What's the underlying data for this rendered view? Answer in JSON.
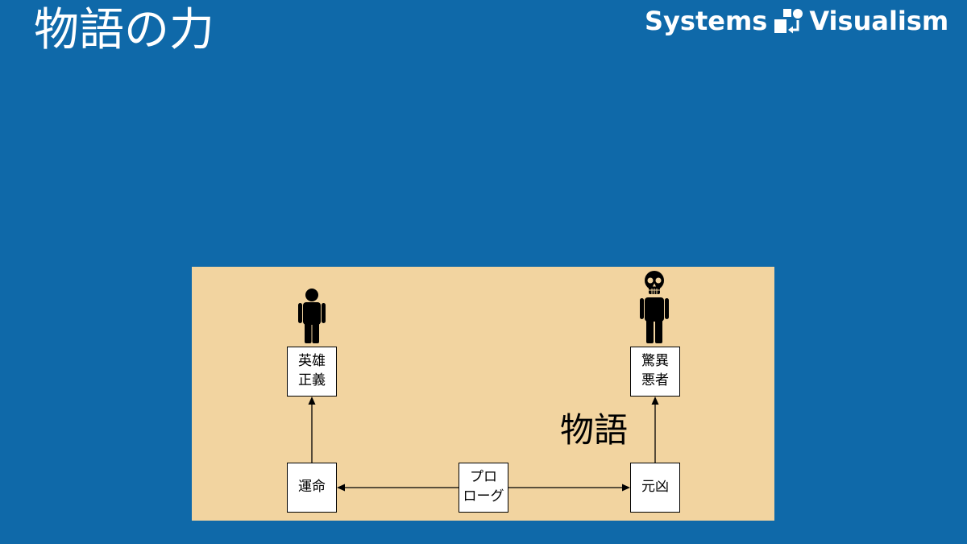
{
  "header": {
    "title": "物語の力",
    "logo": {
      "text_left": "Systems",
      "icon": "logo-icon",
      "text_right": "Visualism"
    }
  },
  "diagram": {
    "label": "物語",
    "nodes": {
      "hero": {
        "line1": "英雄",
        "line2": "正義",
        "icon": "person-icon"
      },
      "villain": {
        "line1": "驚異",
        "line2": "悪者",
        "icon": "skull-person-icon"
      },
      "fate": {
        "line1": "運命"
      },
      "prologue": {
        "line1": "プロ",
        "line2": "ローグ"
      },
      "culprit": {
        "line1": "元凶"
      }
    }
  },
  "colors": {
    "background": "#0F69A9",
    "panel": "#F2D4A0",
    "box_fill": "#FFFFFF",
    "ink": "#000000",
    "title_text": "#FFFFFF"
  }
}
